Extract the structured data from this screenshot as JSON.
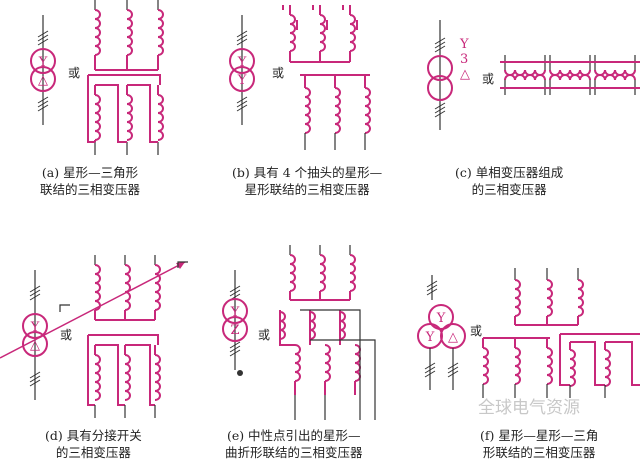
{
  "colors": {
    "winding": "#c8287a",
    "wire": "#333333"
  },
  "or_label": "或",
  "watermark": "全球电气资源",
  "panels": [
    {
      "id": "a",
      "symbols": [
        "Y",
        "△"
      ],
      "caption": [
        "(a) 星形—三角形",
        "联结的三相变压器"
      ]
    },
    {
      "id": "b",
      "symbols": [
        "Y",
        "Y"
      ],
      "caption": [
        "(b) 具有 4 个抽头的星形—",
        "星形联结的三相变压器"
      ]
    },
    {
      "id": "c",
      "symbols": [
        "Y",
        "3",
        "△"
      ],
      "caption": [
        "(c) 单相变压器组成",
        "的三相变压器"
      ]
    },
    {
      "id": "d",
      "symbols": [
        "Y",
        "△"
      ],
      "caption": [
        "(d) 具有分接开关",
        "的三相变压器"
      ]
    },
    {
      "id": "e",
      "symbols": [
        "Y",
        "Z"
      ],
      "caption": [
        "(e) 中性点引出的星形—",
        "曲折形联结的三相变压器"
      ]
    },
    {
      "id": "f",
      "symbols": [
        "Y",
        "Y",
        "△"
      ],
      "caption": [
        "(f) 星形—星形—三角",
        "形联结的三相变压器"
      ]
    }
  ]
}
